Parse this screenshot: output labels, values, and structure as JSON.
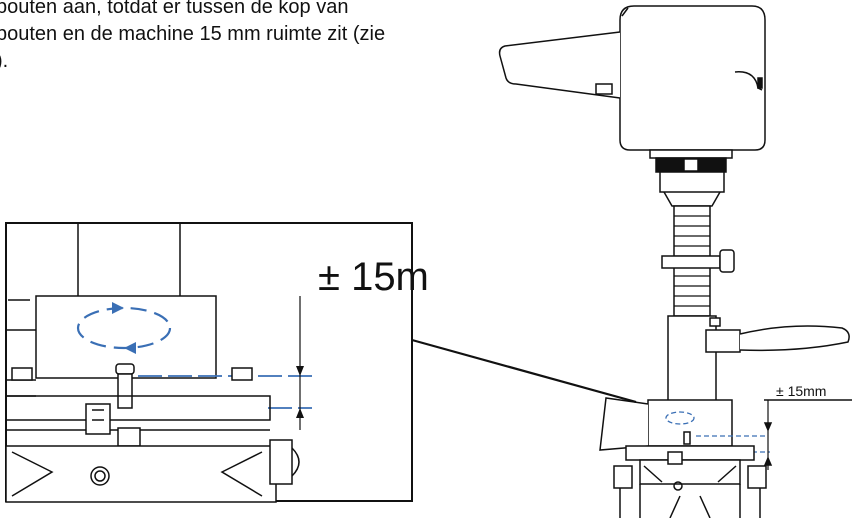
{
  "instruction_text": {
    "line1": "bouten aan, totdat er tussen de kop van",
    "line2": "bouten en de machine 15 mm ruimte zit (zie",
    "line3": ")."
  },
  "figure": {
    "detail_label": "± 15m",
    "overview_label": "± 15mm",
    "accent_color": "#3a6fb5"
  }
}
